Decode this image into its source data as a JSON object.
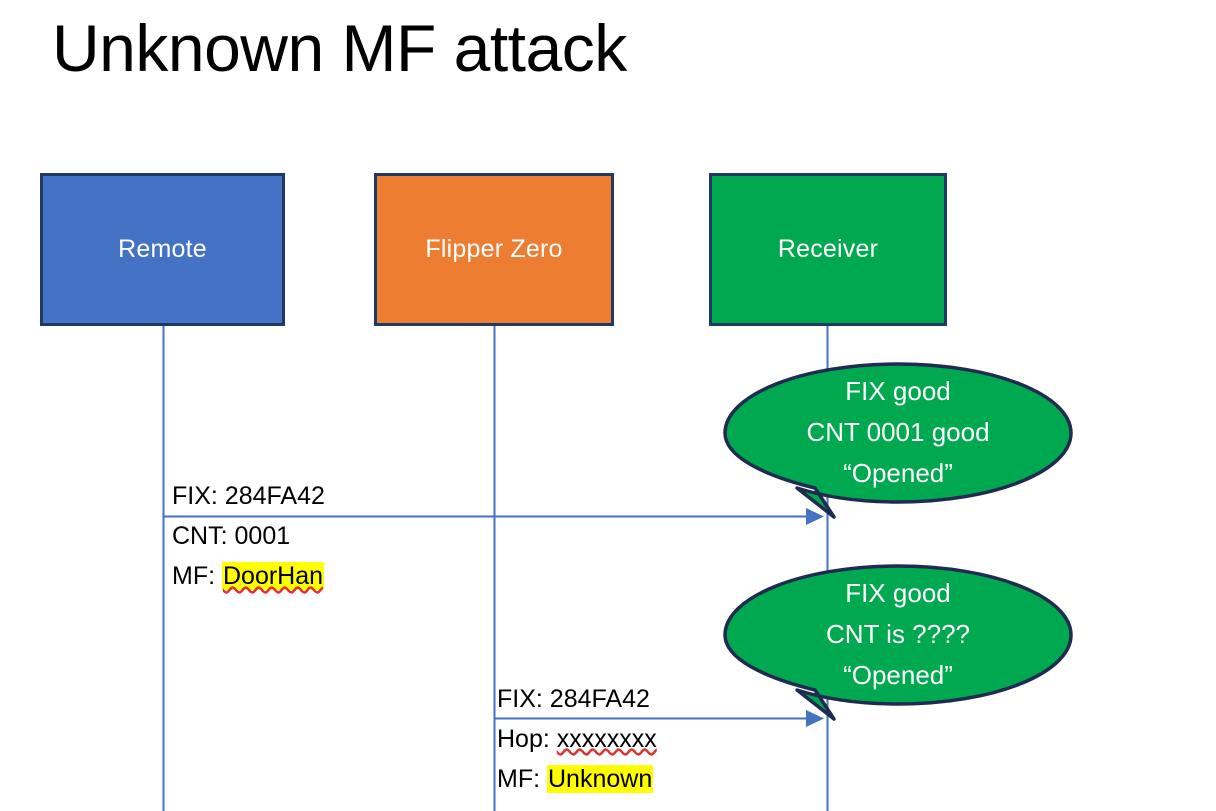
{
  "slide": {
    "title": "Unknown MF attack",
    "background_color": "#FFFFFF"
  },
  "colors": {
    "remote_fill": "#4472C4",
    "flipper_fill": "#ED7D31",
    "receiver_fill": "#00A94F",
    "box_border": "#1F3864",
    "lifeline": "#4472C4",
    "arrow": "#4472C4",
    "callout_fill": "#00A94F",
    "callout_border": "#1F2B50",
    "highlight": "#FFFF00",
    "spellcheck_underline": "#E03030",
    "text_dark": "#000000",
    "text_light": "#FFFFFF"
  },
  "actors": [
    {
      "id": "remote",
      "label": "Remote"
    },
    {
      "id": "flipper",
      "label": "Flipper Zero"
    },
    {
      "id": "receiver",
      "label": "Receiver"
    }
  ],
  "messages": [
    {
      "id": "remote-to-receiver",
      "from": "Remote",
      "to": "Receiver",
      "lines": [
        {
          "label": "FIX:",
          "value": "284FA42",
          "highlighted": false,
          "spellchecked": false
        },
        {
          "label": "CNT:",
          "value": "0001",
          "highlighted": false,
          "spellchecked": false
        },
        {
          "label": "MF:",
          "value": "DoorHan",
          "highlighted": true,
          "spellchecked": true
        }
      ]
    },
    {
      "id": "flipper-to-receiver",
      "from": "Flipper Zero",
      "to": "Receiver",
      "lines": [
        {
          "label": "FIX:",
          "value": "284FA42",
          "highlighted": false,
          "spellchecked": false
        },
        {
          "label": "Hop:",
          "value": "xxxxxxxx",
          "highlighted": false,
          "spellchecked": true
        },
        {
          "label": "MF:",
          "value": "Unknown",
          "highlighted": true,
          "spellchecked": false
        }
      ]
    }
  ],
  "callouts": [
    {
      "id": "callout-genuine",
      "lines": [
        "FIX good",
        "CNT 0001 good",
        "“Opened”"
      ]
    },
    {
      "id": "callout-attack",
      "lines": [
        "FIX good",
        "CNT is ????",
        "“Opened”"
      ]
    }
  ]
}
